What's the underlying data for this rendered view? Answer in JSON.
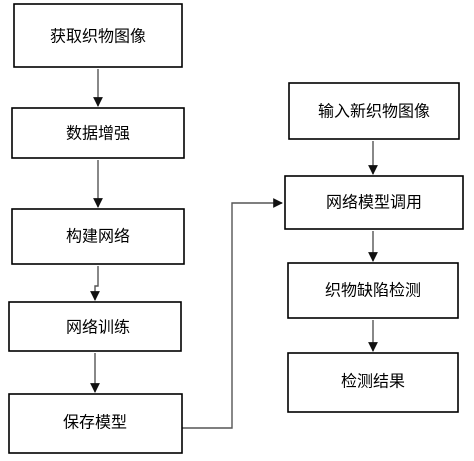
{
  "nodes": [
    {
      "id": "acquire",
      "label": "获取织物图像"
    },
    {
      "id": "augment",
      "label": "数据增强"
    },
    {
      "id": "build",
      "label": "构建网络"
    },
    {
      "id": "train",
      "label": "网络训练"
    },
    {
      "id": "save",
      "label": "保存模型"
    },
    {
      "id": "input",
      "label": "输入新织物图像"
    },
    {
      "id": "invoke",
      "label": "网络模型调用"
    },
    {
      "id": "detect",
      "label": "织物缺陷检测"
    },
    {
      "id": "result",
      "label": "检测结果"
    }
  ],
  "edges": [
    {
      "from": "acquire",
      "to": "augment"
    },
    {
      "from": "augment",
      "to": "build"
    },
    {
      "from": "build",
      "to": "train"
    },
    {
      "from": "train",
      "to": "save"
    },
    {
      "from": "save",
      "to": "invoke"
    },
    {
      "from": "input",
      "to": "invoke"
    },
    {
      "from": "invoke",
      "to": "detect"
    },
    {
      "from": "detect",
      "to": "result"
    }
  ],
  "colors": {
    "box_stroke": "#000000",
    "connector": "#555555",
    "background": "#ffffff"
  }
}
